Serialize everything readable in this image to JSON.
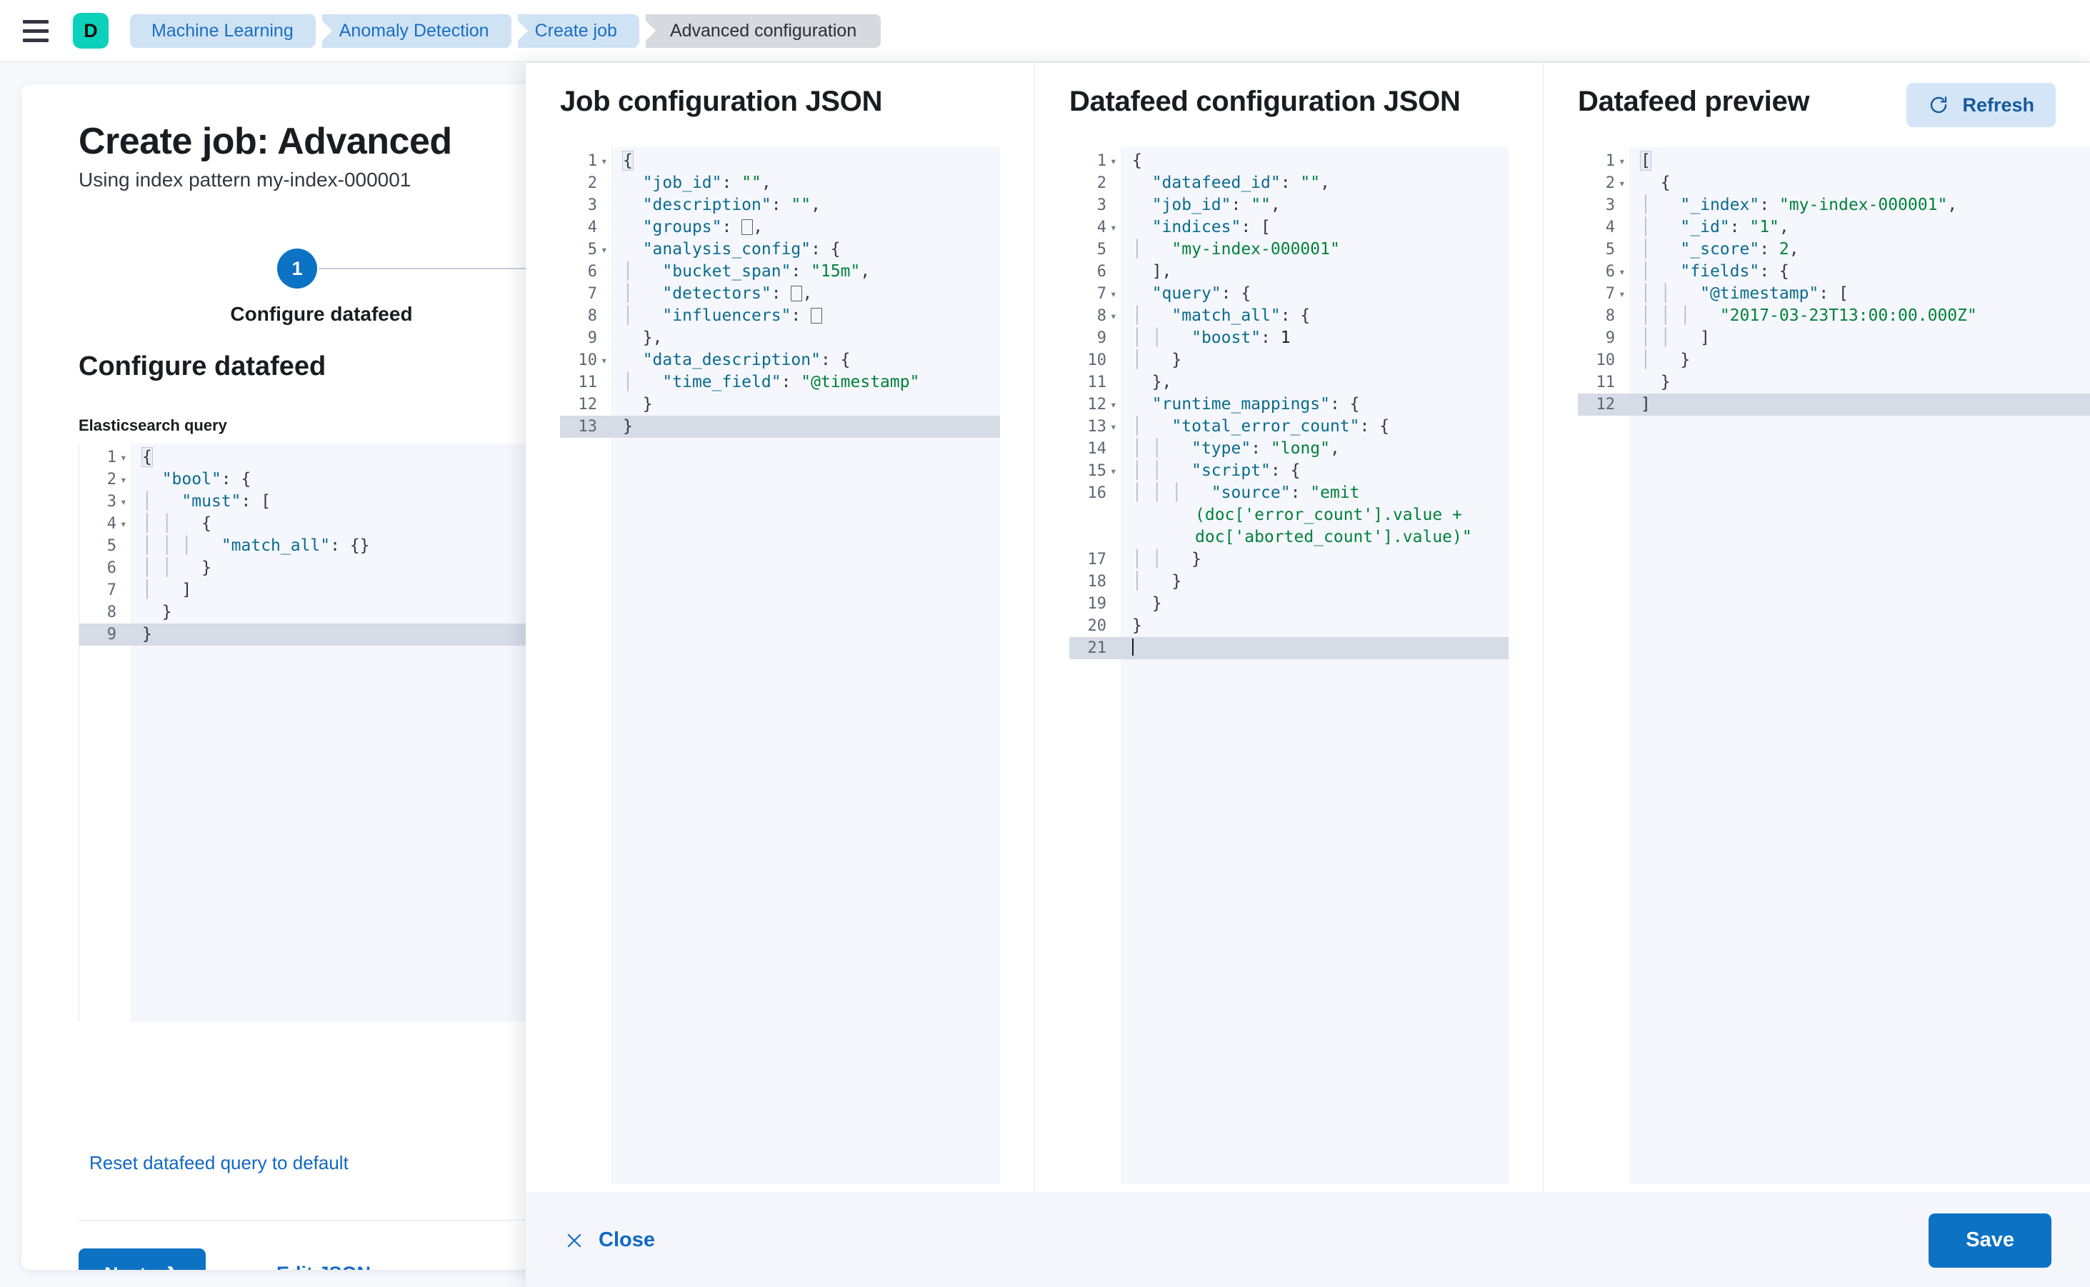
{
  "topbar": {
    "menu_icon": "hamburger-icon",
    "avatar_letter": "D",
    "breadcrumbs": [
      {
        "label": "Machine Learning",
        "active": false
      },
      {
        "label": "Anomaly Detection",
        "active": false
      },
      {
        "label": "Create job",
        "active": false
      },
      {
        "label": "Advanced configuration",
        "active": true
      }
    ]
  },
  "page": {
    "title": "Create job: Advanced",
    "subtitle": "Using index pattern my-index-000001",
    "step_number": "1",
    "step_label": "Configure datafeed",
    "section_title": "Configure datafeed",
    "query_label": "Elasticsearch query",
    "reset_link": "Reset datafeed query to default",
    "next_button": "Next",
    "next_chevron": "chevron-right-icon",
    "edit_json_link": "Edit JSON",
    "query_editor": {
      "lines": [
        {
          "num": "1",
          "fold": true,
          "indent": 0,
          "tokens": [
            {
              "t": "brace",
              "v": "{"
            }
          ]
        },
        {
          "num": "2",
          "fold": true,
          "indent": 0,
          "tokens": [
            {
              "t": "sp",
              "v": "  "
            },
            {
              "t": "k",
              "v": "\"bool\""
            },
            {
              "t": "p",
              "v": ": {"
            }
          ]
        },
        {
          "num": "3",
          "fold": true,
          "indent": 1,
          "tokens": [
            {
              "t": "k",
              "v": "\"must\""
            },
            {
              "t": "p",
              "v": ": ["
            }
          ]
        },
        {
          "num": "4",
          "fold": true,
          "indent": 2,
          "tokens": [
            {
              "t": "p",
              "v": "{"
            }
          ]
        },
        {
          "num": "5",
          "fold": false,
          "indent": 3,
          "tokens": [
            {
              "t": "k",
              "v": "\"match_all\""
            },
            {
              "t": "p",
              "v": ": {}"
            }
          ]
        },
        {
          "num": "6",
          "fold": false,
          "indent": 2,
          "tokens": [
            {
              "t": "p",
              "v": "}"
            }
          ]
        },
        {
          "num": "7",
          "fold": false,
          "indent": 1,
          "tokens": [
            {
              "t": "p",
              "v": "]"
            }
          ]
        },
        {
          "num": "8",
          "fold": false,
          "indent": 0,
          "tokens": [
            {
              "t": "sp",
              "v": "  "
            },
            {
              "t": "p",
              "v": "}"
            }
          ]
        },
        {
          "num": "9",
          "fold": false,
          "indent": 0,
          "active": true,
          "tokens": [
            {
              "t": "p",
              "v": "}"
            }
          ]
        }
      ]
    }
  },
  "flyout": {
    "columns": [
      {
        "id": "job",
        "title": "Job configuration JSON"
      },
      {
        "id": "datafeed",
        "title": "Datafeed configuration JSON"
      },
      {
        "id": "preview",
        "title": "Datafeed preview"
      }
    ],
    "refresh_button": "Refresh",
    "refresh_icon": "refresh-icon",
    "close_button": "Close",
    "close_icon": "close-x-icon",
    "save_button": "Save",
    "job_editor": {
      "lines": [
        {
          "num": "1",
          "fold": true,
          "indent": 0,
          "tokens": [
            {
              "t": "brace",
              "v": "{"
            }
          ]
        },
        {
          "num": "2",
          "fold": false,
          "indent": 0,
          "tokens": [
            {
              "t": "sp",
              "v": "  "
            },
            {
              "t": "k",
              "v": "\"job_id\""
            },
            {
              "t": "p",
              "v": ": "
            },
            {
              "t": "s",
              "v": "\"\""
            },
            {
              "t": "p",
              "v": ","
            }
          ]
        },
        {
          "num": "3",
          "fold": false,
          "indent": 0,
          "tokens": [
            {
              "t": "sp",
              "v": "  "
            },
            {
              "t": "k",
              "v": "\"description\""
            },
            {
              "t": "p",
              "v": ": "
            },
            {
              "t": "s",
              "v": "\"\""
            },
            {
              "t": "p",
              "v": ","
            }
          ]
        },
        {
          "num": "4",
          "fold": false,
          "indent": 0,
          "tokens": [
            {
              "t": "sp",
              "v": "  "
            },
            {
              "t": "k",
              "v": "\"groups\""
            },
            {
              "t": "p",
              "v": ": "
            },
            {
              "t": "sq",
              "v": ""
            },
            {
              "t": "p",
              "v": ","
            }
          ]
        },
        {
          "num": "5",
          "fold": true,
          "indent": 0,
          "tokens": [
            {
              "t": "sp",
              "v": "  "
            },
            {
              "t": "k",
              "v": "\"analysis_config\""
            },
            {
              "t": "p",
              "v": ": {"
            }
          ]
        },
        {
          "num": "6",
          "fold": false,
          "indent": 1,
          "tokens": [
            {
              "t": "k",
              "v": "\"bucket_span\""
            },
            {
              "t": "p",
              "v": ": "
            },
            {
              "t": "s",
              "v": "\"15m\""
            },
            {
              "t": "p",
              "v": ","
            }
          ]
        },
        {
          "num": "7",
          "fold": false,
          "indent": 1,
          "tokens": [
            {
              "t": "k",
              "v": "\"detectors\""
            },
            {
              "t": "p",
              "v": ": "
            },
            {
              "t": "sq",
              "v": ""
            },
            {
              "t": "p",
              "v": ","
            }
          ]
        },
        {
          "num": "8",
          "fold": false,
          "indent": 1,
          "tokens": [
            {
              "t": "k",
              "v": "\"influencers\""
            },
            {
              "t": "p",
              "v": ": "
            },
            {
              "t": "sq",
              "v": ""
            }
          ]
        },
        {
          "num": "9",
          "fold": false,
          "indent": 0,
          "tokens": [
            {
              "t": "sp",
              "v": "  "
            },
            {
              "t": "p",
              "v": "},"
            }
          ]
        },
        {
          "num": "10",
          "fold": true,
          "indent": 0,
          "tokens": [
            {
              "t": "sp",
              "v": "  "
            },
            {
              "t": "k",
              "v": "\"data_description\""
            },
            {
              "t": "p",
              "v": ": {"
            }
          ]
        },
        {
          "num": "11",
          "fold": false,
          "indent": 1,
          "tokens": [
            {
              "t": "k",
              "v": "\"time_field\""
            },
            {
              "t": "p",
              "v": ": "
            },
            {
              "t": "s",
              "v": "\"@timestamp\""
            }
          ]
        },
        {
          "num": "12",
          "fold": false,
          "indent": 0,
          "tokens": [
            {
              "t": "sp",
              "v": "  "
            },
            {
              "t": "p",
              "v": "}"
            }
          ]
        },
        {
          "num": "13",
          "fold": false,
          "indent": 0,
          "active": true,
          "tokens": [
            {
              "t": "p",
              "v": "}"
            }
          ]
        }
      ]
    },
    "datafeed_editor": {
      "lines": [
        {
          "num": "1",
          "fold": true,
          "indent": 0,
          "tokens": [
            {
              "t": "p",
              "v": "{"
            }
          ]
        },
        {
          "num": "2",
          "fold": false,
          "indent": 0,
          "tokens": [
            {
              "t": "sp",
              "v": "  "
            },
            {
              "t": "k",
              "v": "\"datafeed_id\""
            },
            {
              "t": "p",
              "v": ": "
            },
            {
              "t": "s",
              "v": "\"\""
            },
            {
              "t": "p",
              "v": ","
            }
          ]
        },
        {
          "num": "3",
          "fold": false,
          "indent": 0,
          "tokens": [
            {
              "t": "sp",
              "v": "  "
            },
            {
              "t": "k",
              "v": "\"job_id\""
            },
            {
              "t": "p",
              "v": ": "
            },
            {
              "t": "s",
              "v": "\"\""
            },
            {
              "t": "p",
              "v": ","
            }
          ]
        },
        {
          "num": "4",
          "fold": true,
          "indent": 0,
          "tokens": [
            {
              "t": "sp",
              "v": "  "
            },
            {
              "t": "k",
              "v": "\"indices\""
            },
            {
              "t": "p",
              "v": ": ["
            }
          ]
        },
        {
          "num": "5",
          "fold": false,
          "indent": 1,
          "tokens": [
            {
              "t": "s",
              "v": "\"my-index-000001\""
            }
          ]
        },
        {
          "num": "6",
          "fold": false,
          "indent": 0,
          "tokens": [
            {
              "t": "sp",
              "v": "  "
            },
            {
              "t": "p",
              "v": "],"
            }
          ]
        },
        {
          "num": "7",
          "fold": true,
          "indent": 0,
          "tokens": [
            {
              "t": "sp",
              "v": "  "
            },
            {
              "t": "k",
              "v": "\"query\""
            },
            {
              "t": "p",
              "v": ": {"
            }
          ]
        },
        {
          "num": "8",
          "fold": true,
          "indent": 1,
          "tokens": [
            {
              "t": "k",
              "v": "\"match_all\""
            },
            {
              "t": "p",
              "v": ": {"
            }
          ]
        },
        {
          "num": "9",
          "fold": false,
          "indent": 2,
          "tokens": [
            {
              "t": "k",
              "v": "\"boost\""
            },
            {
              "t": "p",
              "v": ": "
            },
            {
              "t": "n",
              "v": "1"
            }
          ]
        },
        {
          "num": "10",
          "fold": false,
          "indent": 1,
          "tokens": [
            {
              "t": "p",
              "v": "}"
            }
          ]
        },
        {
          "num": "11",
          "fold": false,
          "indent": 0,
          "tokens": [
            {
              "t": "sp",
              "v": "  "
            },
            {
              "t": "p",
              "v": "},"
            }
          ]
        },
        {
          "num": "12",
          "fold": true,
          "indent": 0,
          "tokens": [
            {
              "t": "sp",
              "v": "  "
            },
            {
              "t": "k",
              "v": "\"runtime_mappings\""
            },
            {
              "t": "p",
              "v": ": {"
            }
          ]
        },
        {
          "num": "13",
          "fold": true,
          "indent": 1,
          "tokens": [
            {
              "t": "k",
              "v": "\"total_error_count\""
            },
            {
              "t": "p",
              "v": ": {"
            }
          ]
        },
        {
          "num": "14",
          "fold": false,
          "indent": 2,
          "tokens": [
            {
              "t": "k",
              "v": "\"type\""
            },
            {
              "t": "p",
              "v": ": "
            },
            {
              "t": "s",
              "v": "\"long\""
            },
            {
              "t": "p",
              "v": ","
            }
          ]
        },
        {
          "num": "15",
          "fold": true,
          "indent": 2,
          "tokens": [
            {
              "t": "k",
              "v": "\"script\""
            },
            {
              "t": "p",
              "v": ": {"
            }
          ]
        },
        {
          "num": "16",
          "fold": false,
          "indent": 3,
          "wrap": true,
          "tokens": [
            {
              "t": "k",
              "v": "\"source\""
            },
            {
              "t": "p",
              "v": ": "
            },
            {
              "t": "s",
              "v": "\"emit"
            }
          ],
          "wrapped": [
            "(doc['error_count'].value +",
            "doc['aborted_count'].value)\""
          ]
        },
        {
          "num": "17",
          "fold": false,
          "indent": 2,
          "tokens": [
            {
              "t": "p",
              "v": "}"
            }
          ]
        },
        {
          "num": "18",
          "fold": false,
          "indent": 1,
          "tokens": [
            {
              "t": "p",
              "v": "}"
            }
          ]
        },
        {
          "num": "19",
          "fold": false,
          "indent": 0,
          "tokens": [
            {
              "t": "sp",
              "v": "  "
            },
            {
              "t": "p",
              "v": "}"
            }
          ]
        },
        {
          "num": "20",
          "fold": false,
          "indent": 0,
          "tokens": [
            {
              "t": "p",
              "v": "}"
            }
          ]
        },
        {
          "num": "21",
          "fold": false,
          "indent": 0,
          "active": true,
          "cursor": true,
          "tokens": []
        }
      ]
    },
    "preview_editor": {
      "lines": [
        {
          "num": "1",
          "fold": true,
          "indent": 0,
          "tokens": [
            {
              "t": "brace",
              "v": "["
            }
          ]
        },
        {
          "num": "2",
          "fold": true,
          "indent": 0,
          "tokens": [
            {
              "t": "sp",
              "v": "  "
            },
            {
              "t": "p",
              "v": "{"
            }
          ]
        },
        {
          "num": "3",
          "fold": false,
          "indent": 1,
          "tokens": [
            {
              "t": "k",
              "v": "\"_index\""
            },
            {
              "t": "p",
              "v": ": "
            },
            {
              "t": "s",
              "v": "\"my-index-000001\""
            },
            {
              "t": "p",
              "v": ","
            }
          ]
        },
        {
          "num": "4",
          "fold": false,
          "indent": 1,
          "tokens": [
            {
              "t": "k",
              "v": "\"_id\""
            },
            {
              "t": "p",
              "v": ": "
            },
            {
              "t": "s",
              "v": "\"1\""
            },
            {
              "t": "p",
              "v": ","
            }
          ]
        },
        {
          "num": "5",
          "fold": false,
          "indent": 1,
          "tokens": [
            {
              "t": "k",
              "v": "\"_score\""
            },
            {
              "t": "p",
              "v": ": "
            },
            {
              "t": "s",
              "v": "2"
            },
            {
              "t": "p",
              "v": ","
            }
          ]
        },
        {
          "num": "6",
          "fold": true,
          "indent": 1,
          "tokens": [
            {
              "t": "k",
              "v": "\"fields\""
            },
            {
              "t": "p",
              "v": ": {"
            }
          ]
        },
        {
          "num": "7",
          "fold": true,
          "indent": 2,
          "tokens": [
            {
              "t": "k",
              "v": "\"@timestamp\""
            },
            {
              "t": "p",
              "v": ": ["
            }
          ]
        },
        {
          "num": "8",
          "fold": false,
          "indent": 3,
          "tokens": [
            {
              "t": "s",
              "v": "\"2017-03-23T13:00:00.000Z\""
            }
          ]
        },
        {
          "num": "9",
          "fold": false,
          "indent": 2,
          "tokens": [
            {
              "t": "p",
              "v": "]"
            }
          ]
        },
        {
          "num": "10",
          "fold": false,
          "indent": 1,
          "tokens": [
            {
              "t": "p",
              "v": "}"
            }
          ]
        },
        {
          "num": "11",
          "fold": false,
          "indent": 0,
          "tokens": [
            {
              "t": "sp",
              "v": "  "
            },
            {
              "t": "p",
              "v": "}"
            }
          ]
        },
        {
          "num": "12",
          "fold": false,
          "indent": 0,
          "active": true,
          "tokens": [
            {
              "t": "p",
              "v": "]"
            }
          ]
        }
      ]
    }
  },
  "colors": {
    "accent_blue": "#0b72c4",
    "link_blue": "#1268c3",
    "avatar_teal": "#0bd1ba",
    "crumb_blue_bg": "#cfe3f5",
    "crumb_active_bg": "#d7d9de",
    "editor_bg": "#f5f7fc",
    "active_line": "#d6dbe6",
    "json_key": "#0a6b8e",
    "json_string": "#00813a"
  }
}
